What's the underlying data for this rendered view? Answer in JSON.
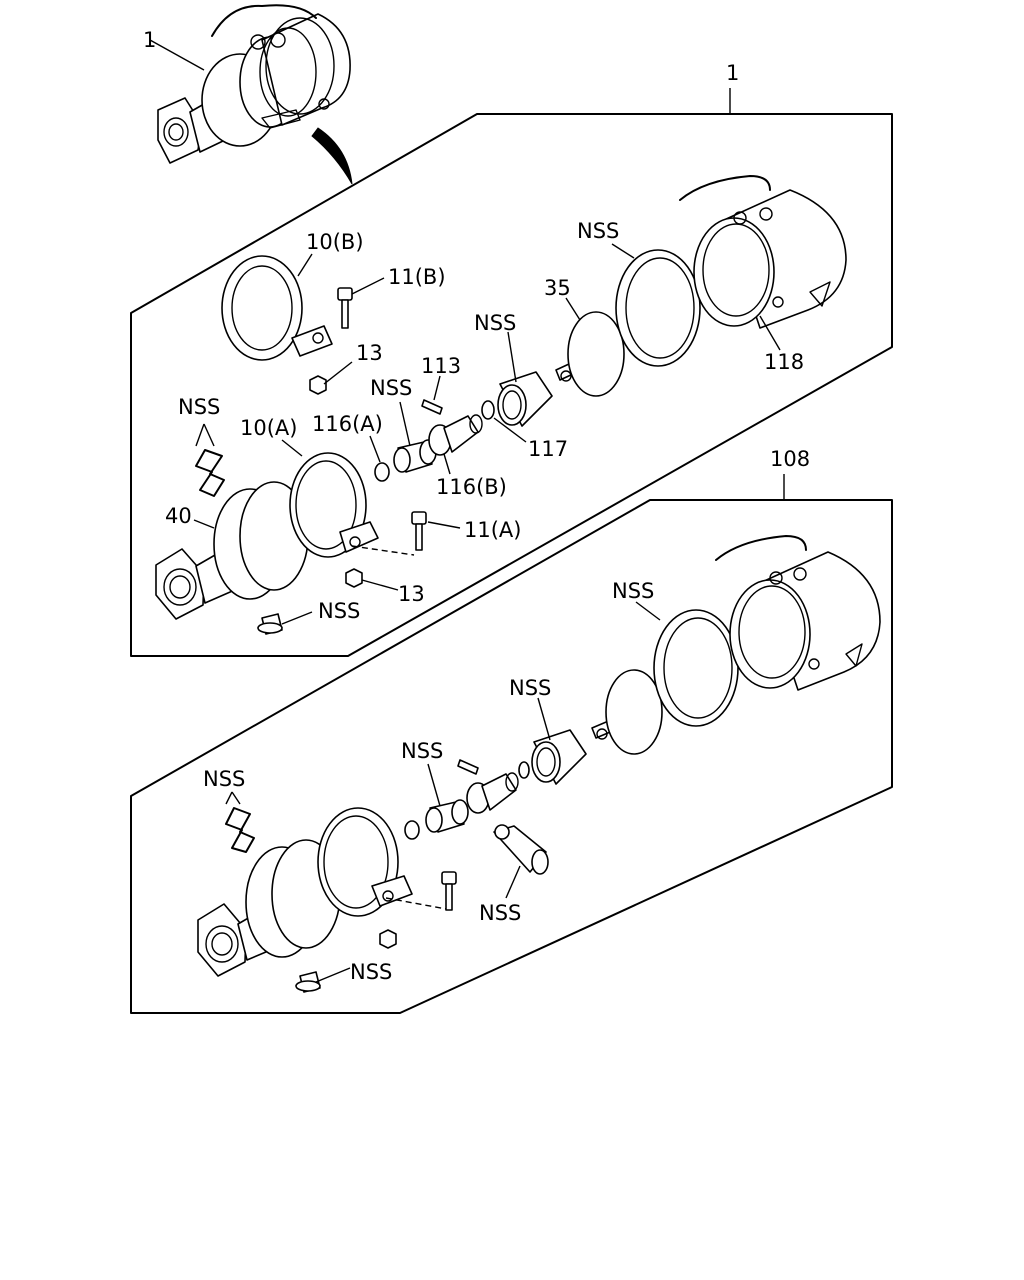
{
  "labels": {
    "l_1_top": "1",
    "l_1_frame": "1",
    "l_10b": "10(B)",
    "l_11b": "11(B)",
    "l_13_top": "13",
    "l_113": "113",
    "l_nss_spacer": "NSS",
    "l_116a": "116(A)",
    "l_116b": "116(B)",
    "l_117": "117",
    "l_nss_boot": "NSS",
    "l_35": "35",
    "l_nss_ring": "NSS",
    "l_118": "118",
    "l_nss_hose": "NSS",
    "l_10a": "10(A)",
    "l_40": "40",
    "l_11a": "11(A)",
    "l_13_bot": "13",
    "l_nss_plug": "NSS",
    "l_108": "108",
    "l_nss_ring2": "NSS",
    "l_nss_boot2": "NSS",
    "l_nss_spacer2": "NSS",
    "l_nss_hose2": "NSS",
    "l_nss_sleeve2": "NSS",
    "l_nss_plug2": "NSS"
  }
}
